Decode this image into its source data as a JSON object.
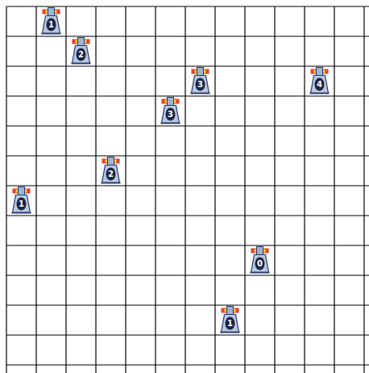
{
  "diagram": {
    "labels": [
      "1",
      "2",
      "3",
      "4",
      "3",
      "2",
      "1",
      "0",
      "1"
    ]
  }
}
